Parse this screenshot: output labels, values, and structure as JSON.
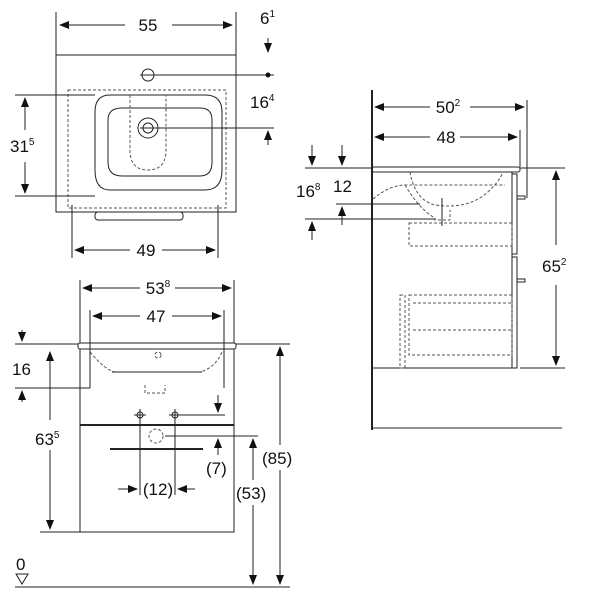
{
  "top_view": {
    "width_total": {
      "base": "55",
      "sup": ""
    },
    "tap_offset": {
      "base": "6",
      "sup": "1"
    },
    "drain_offset": {
      "base": "16",
      "sup": "4"
    },
    "bowl_depth": {
      "base": "31",
      "sup": "5"
    },
    "bowl_width": {
      "base": "49",
      "sup": ""
    }
  },
  "front_view": {
    "cabinet_width": {
      "base": "53",
      "sup": "8"
    },
    "inner_width": {
      "base": "47",
      "sup": ""
    },
    "basin_depth": {
      "base": "16",
      "sup": ""
    },
    "cabinet_height": {
      "base": "63",
      "sup": "5"
    },
    "drain_rise": {
      "base": "(7)",
      "sup": ""
    },
    "total_height": {
      "base": "(85)",
      "sup": ""
    },
    "drain_height": {
      "base": "(53)",
      "sup": ""
    },
    "supply_spacing": {
      "base": "(12)",
      "sup": ""
    },
    "floor_level": "0"
  },
  "side_view": {
    "total_depth": {
      "base": "50",
      "sup": "2"
    },
    "cabinet_depth": {
      "base": "48",
      "sup": ""
    },
    "drain_depth_a": {
      "base": "16",
      "sup": "8"
    },
    "drain_depth_b": {
      "base": "12",
      "sup": ""
    },
    "cabinet_height": {
      "base": "65",
      "sup": "2"
    }
  }
}
